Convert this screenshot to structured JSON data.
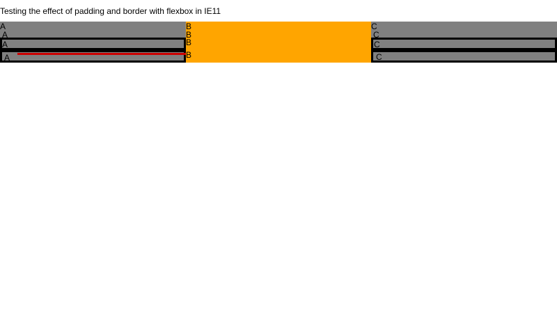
{
  "heading": "Testing the effect of padding and border with flexbox in IE11",
  "colors": {
    "page_background": "#ffffff",
    "cell_gray": "#808080",
    "cell_orange": "#ffa500",
    "border_black": "#000000",
    "line_red": "#cc0000"
  },
  "columns": [
    {
      "name": "a",
      "labels": [
        "A",
        "A",
        "A",
        "A"
      ]
    },
    {
      "name": "b",
      "labels": [
        "B",
        "B",
        "B",
        "B"
      ]
    },
    {
      "name": "c",
      "labels": [
        "C",
        "C",
        "C",
        "C"
      ]
    }
  ]
}
